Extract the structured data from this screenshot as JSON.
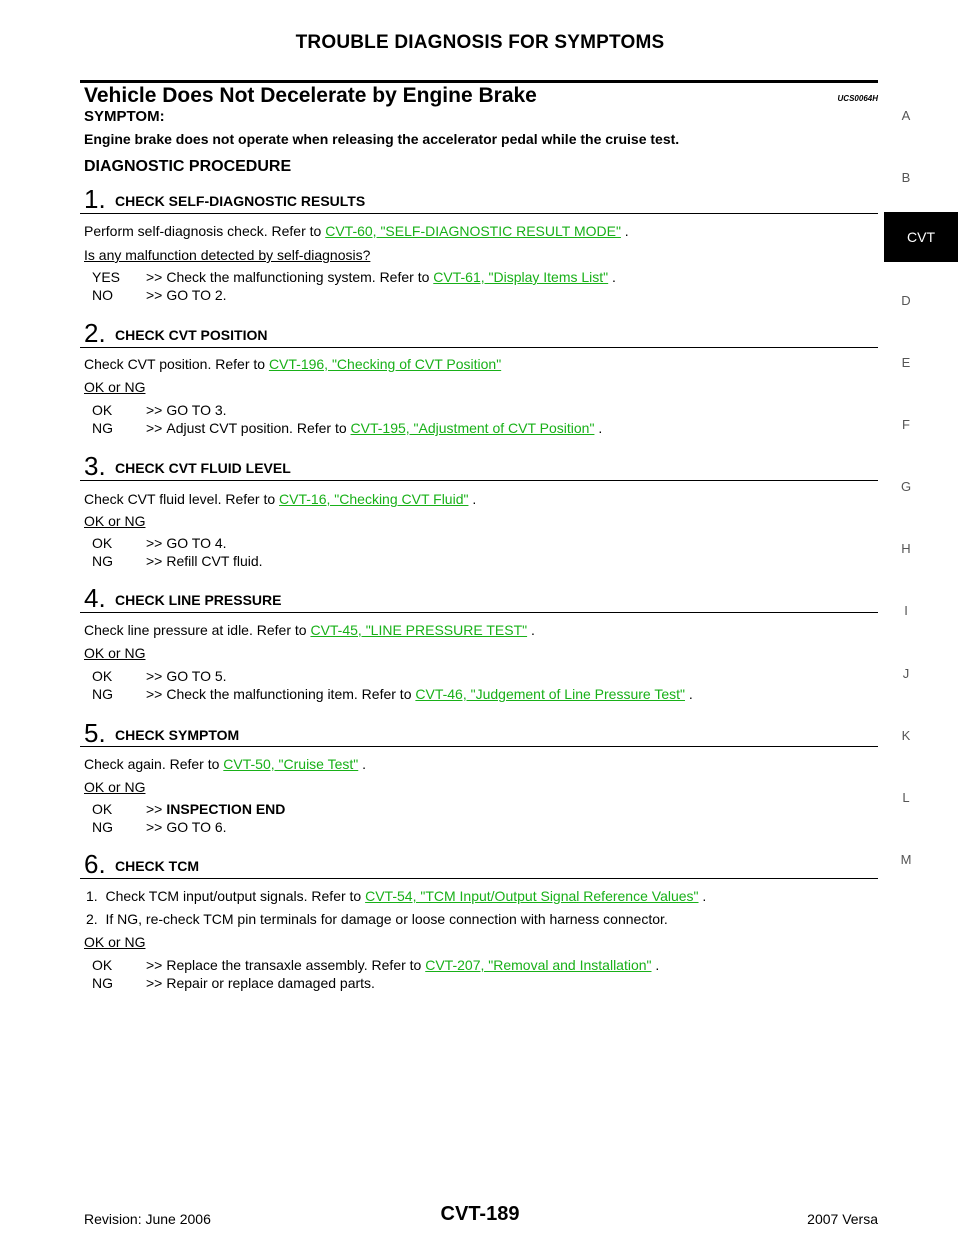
{
  "header": {
    "title": "TROUBLE DIAGNOSIS FOR SYMPTOMS"
  },
  "section": {
    "title": "Vehicle Does Not Decelerate by Engine Brake",
    "code": "UCS0064H",
    "symptom_label": "SYMPTOM:",
    "symptom_text": "Engine brake does not operate when releasing the accelerator pedal while the cruise test.",
    "procedure_title": "DIAGNOSTIC PROCEDURE"
  },
  "steps": [
    {
      "num": "1.",
      "title": "CHECK SELF-DIAGNOSTIC RESULTS",
      "instruction_pre": "Perform self-diagnosis check. Refer to ",
      "instruction_link": "CVT-60, \"SELF-DIAGNOSTIC RESULT MODE\"",
      "instruction_post": " .",
      "question": "Is any malfunction detected by self-diagnosis?",
      "answers": [
        {
          "key": "YES",
          "arrow": ">>",
          "text": "Check the malfunctioning system. Refer to ",
          "link": "CVT-61, \"Display Items List\"",
          "post": " ."
        },
        {
          "key": "NO",
          "arrow": ">>",
          "text": "GO TO 2."
        }
      ]
    },
    {
      "num": "2.",
      "title": "CHECK CVT POSITION",
      "instruction_pre": "Check CVT position. Refer to ",
      "instruction_link": "CVT-196, \"Checking of CVT Position\"",
      "instruction_post": "",
      "question": "OK or NG",
      "answers": [
        {
          "key": "OK",
          "arrow": ">>",
          "text": "GO TO 3."
        },
        {
          "key": "NG",
          "arrow": ">>",
          "text": "Adjust CVT position. Refer to ",
          "link": "CVT-195, \"Adjustment of CVT Position\"",
          "post": " ."
        }
      ]
    },
    {
      "num": "3.",
      "title": "CHECK CVT FLUID LEVEL",
      "instruction_pre": "Check CVT fluid level. Refer to ",
      "instruction_link": "CVT-16, \"Checking CVT Fluid\"",
      "instruction_post": " .",
      "question": "OK or NG",
      "answers": [
        {
          "key": "OK",
          "arrow": ">>",
          "text": "GO TO 4."
        },
        {
          "key": "NG",
          "arrow": ">>",
          "text": "Refill CVT fluid."
        }
      ]
    },
    {
      "num": "4.",
      "title": "CHECK LINE PRESSURE",
      "instruction_pre": "Check line pressure at idle. Refer to ",
      "instruction_link": "CVT-45, \"LINE PRESSURE TEST\"",
      "instruction_post": " .",
      "question": "OK or NG",
      "answers": [
        {
          "key": "OK",
          "arrow": ">>",
          "text": "GO TO 5."
        },
        {
          "key": "NG",
          "arrow": ">>",
          "text": "Check the malfunctioning item. Refer to ",
          "link": "CVT-46, \"Judgement of Line Pressure Test\"",
          "post": " ."
        }
      ]
    },
    {
      "num": "5.",
      "title": "CHECK SYMPTOM",
      "instruction_pre": "Check again. Refer to ",
      "instruction_link": "CVT-50, \"Cruise Test\"",
      "instruction_post": " .",
      "question": "OK or NG",
      "answers": [
        {
          "key": "OK",
          "arrow": ">>",
          "text": "INSPECTION END"
        },
        {
          "key": "NG",
          "arrow": ">>",
          "text": "GO TO 6."
        }
      ]
    },
    {
      "num": "6.",
      "title": "CHECK TCM",
      "items": [
        {
          "pre": "1.  Check TCM input/output signals. Refer to ",
          "link": "CVT-54, \"TCM Input/Output Signal Reference Values\"",
          "post": " ."
        },
        {
          "pre": "2.  If NG, re-check TCM pin terminals for damage or loose connection with harness connector."
        }
      ],
      "question": "OK or NG",
      "answers": [
        {
          "key": "OK",
          "arrow": ">>",
          "text": "Replace the transaxle assembly. Refer to ",
          "link": "CVT-207, \"Removal and Installation\"",
          "post": " ."
        },
        {
          "key": "NG",
          "arrow": ">>",
          "text": "Repair or replace damaged parts."
        }
      ]
    }
  ],
  "side_index": {
    "letters": [
      "A",
      "B",
      "D",
      "E",
      "F",
      "G",
      "H",
      "I",
      "J",
      "K",
      "L",
      "M"
    ],
    "active": "CVT"
  },
  "footer": {
    "revision": "Revision: June 2006",
    "page": "CVT-189",
    "model": "2007 Versa"
  }
}
